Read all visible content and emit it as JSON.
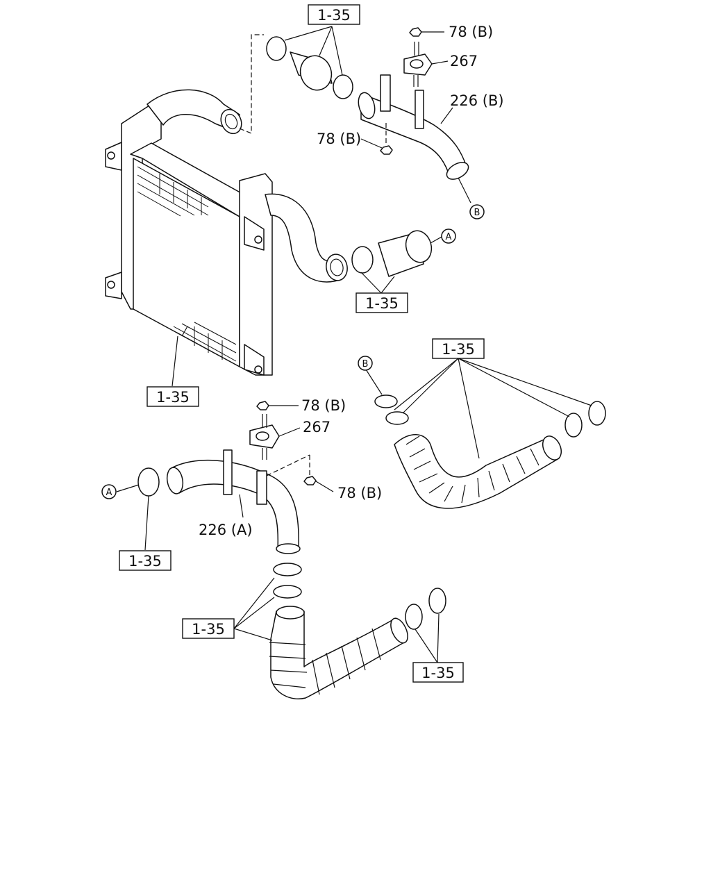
{
  "diagram": {
    "references": {
      "pipe_clamp": "1-35"
    },
    "callouts": {
      "nut_b": "78 (B)",
      "rubber_mount": "267",
      "pipe_b": "226 (B)",
      "pipe_a": "226 (A)"
    },
    "connection_markers": {
      "a": "A",
      "b": "B"
    },
    "colors": {
      "line": "#111111",
      "background": "#ffffff"
    }
  }
}
